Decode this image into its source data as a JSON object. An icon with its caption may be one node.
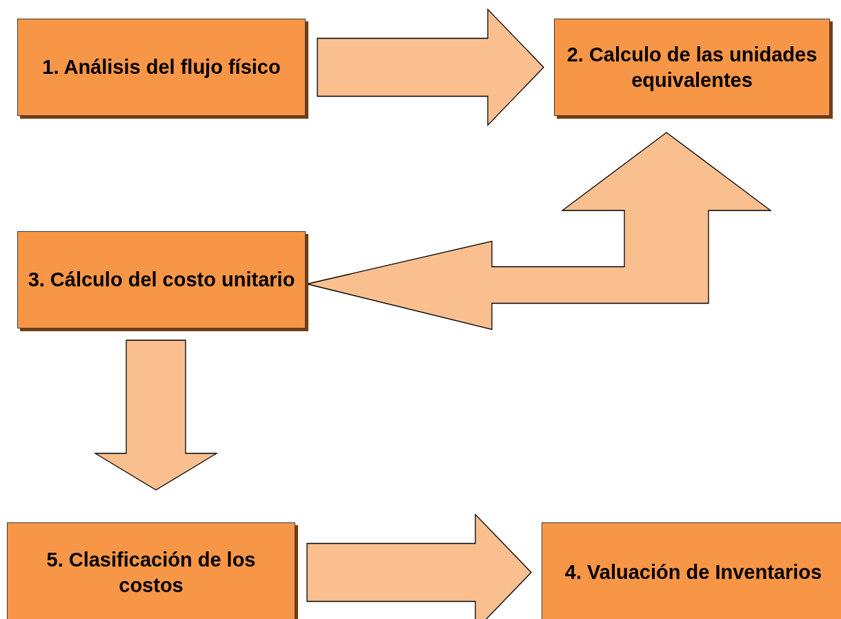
{
  "diagram": {
    "nodes": [
      {
        "text": [
          "1. Análisis del flujo físico"
        ]
      },
      {
        "text": [
          "2. Calculo de las unidades equivalentes"
        ]
      },
      {
        "text": [
          "3. Cálculo del costo unitario"
        ]
      },
      {
        "text": [
          "5. Clasificación de los costos"
        ]
      },
      {
        "text": [
          "4. Valuación de Inventarios"
        ]
      }
    ],
    "edges": [
      {
        "from": 0,
        "to": 1,
        "arrow": "to"
      },
      {
        "from": 1,
        "to": 2,
        "arrow": "both"
      },
      {
        "from": 2,
        "to": 3,
        "arrow": "to"
      },
      {
        "from": 3,
        "to": 4,
        "arrow": "to"
      }
    ]
  }
}
